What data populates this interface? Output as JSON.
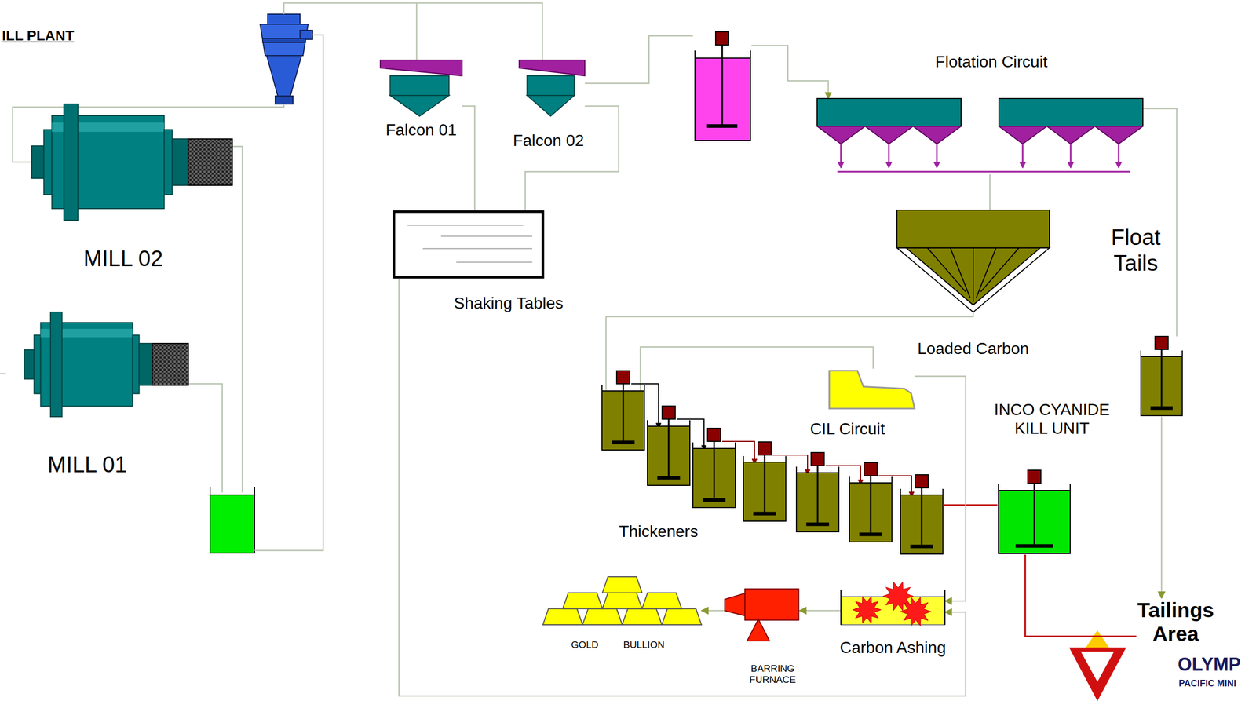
{
  "diagram": {
    "title": "ILL PLANT",
    "nodes": [
      {
        "text": [
          "MILL 02"
        ]
      },
      {
        "text": [
          "MILL 01"
        ]
      },
      {
        "text": [
          "Falcon 01"
        ]
      },
      {
        "text": [
          "Falcon 02"
        ]
      },
      {
        "text": [
          "Flotation Circuit"
        ]
      },
      {
        "text": [
          "Shaking Tables"
        ]
      },
      {
        "text": [
          "Float Tails"
        ]
      },
      {
        "text": [
          "Loaded Carbon"
        ]
      },
      {
        "text": [
          "CIL Circuit"
        ]
      },
      {
        "text": [
          "Thickeners"
        ]
      },
      {
        "text": [
          "INCO CYANIDE KILL UNIT"
        ]
      },
      {
        "text": [
          "Carbon Ashing"
        ]
      },
      {
        "text": [
          "BARRING FURNACE"
        ]
      },
      {
        "text": [
          "GOLD",
          "BULLION"
        ]
      },
      {
        "text": [
          "Tailings Area"
        ]
      }
    ],
    "edges": [
      {
        "from": 2,
        "to": 5,
        "arrow": "none"
      },
      {
        "from": 3,
        "to": 5,
        "arrow": "none"
      },
      {
        "from": 4,
        "to": 7,
        "arrow": "none"
      },
      {
        "from": 4,
        "to": 6,
        "arrow": "none"
      },
      {
        "from": 6,
        "to": 14,
        "arrow": "to"
      },
      {
        "from": 7,
        "to": 9,
        "arrow": "none"
      },
      {
        "from": 9,
        "to": 8,
        "arrow": "none"
      },
      {
        "from": 9,
        "to": 10,
        "arrow": "none"
      },
      {
        "from": 10,
        "to": 14,
        "arrow": "none"
      },
      {
        "from": 8,
        "to": 11,
        "arrow": "to"
      },
      {
        "from": 5,
        "to": 11,
        "arrow": "to"
      },
      {
        "from": 11,
        "to": 12,
        "arrow": "to"
      },
      {
        "from": 12,
        "to": 13,
        "arrow": "to"
      }
    ],
    "labels": [
      "OLYMP",
      "PACIFIC MINI"
    ]
  }
}
